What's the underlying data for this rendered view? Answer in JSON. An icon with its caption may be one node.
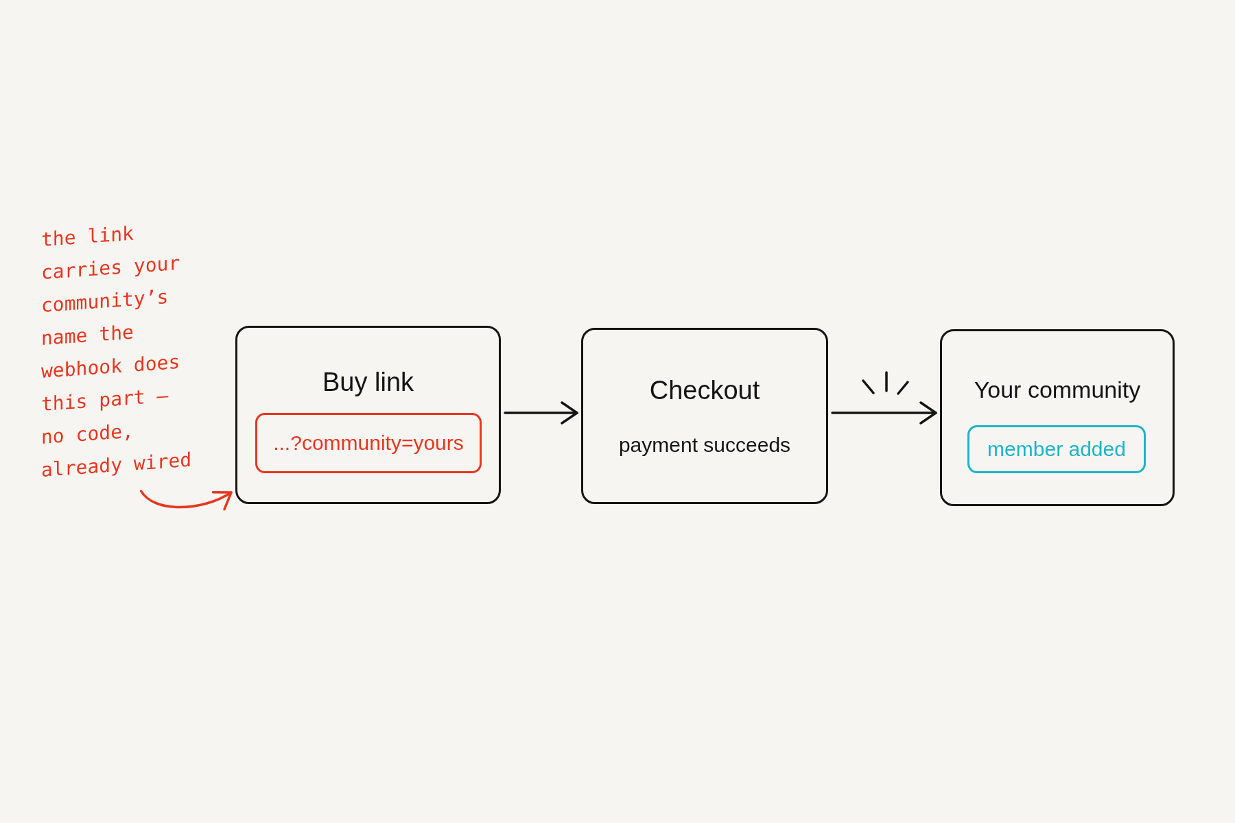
{
  "diagram": {
    "nodes": [
      {
        "text": [
          "the link carries your community’s name the webhook does this part – no code, already wired"
        ]
      },
      {
        "text": [
          "Buy link"
        ]
      },
      {
        "text": [
          "...?community=yours"
        ],
        "in": 1
      },
      {
        "text": [
          "Checkout",
          "payment succeeds"
        ]
      },
      {
        "text": [
          "Your community"
        ]
      },
      {
        "text": [
          "member added"
        ],
        "in": 4
      }
    ],
    "edges": [
      {
        "from": 0,
        "to": 1,
        "arrow": "to",
        "color": "#e8361f"
      },
      {
        "from": 1,
        "to": 3,
        "arrow": "to"
      },
      {
        "from": 3,
        "to": 4,
        "arrow": "to"
      }
    ]
  }
}
